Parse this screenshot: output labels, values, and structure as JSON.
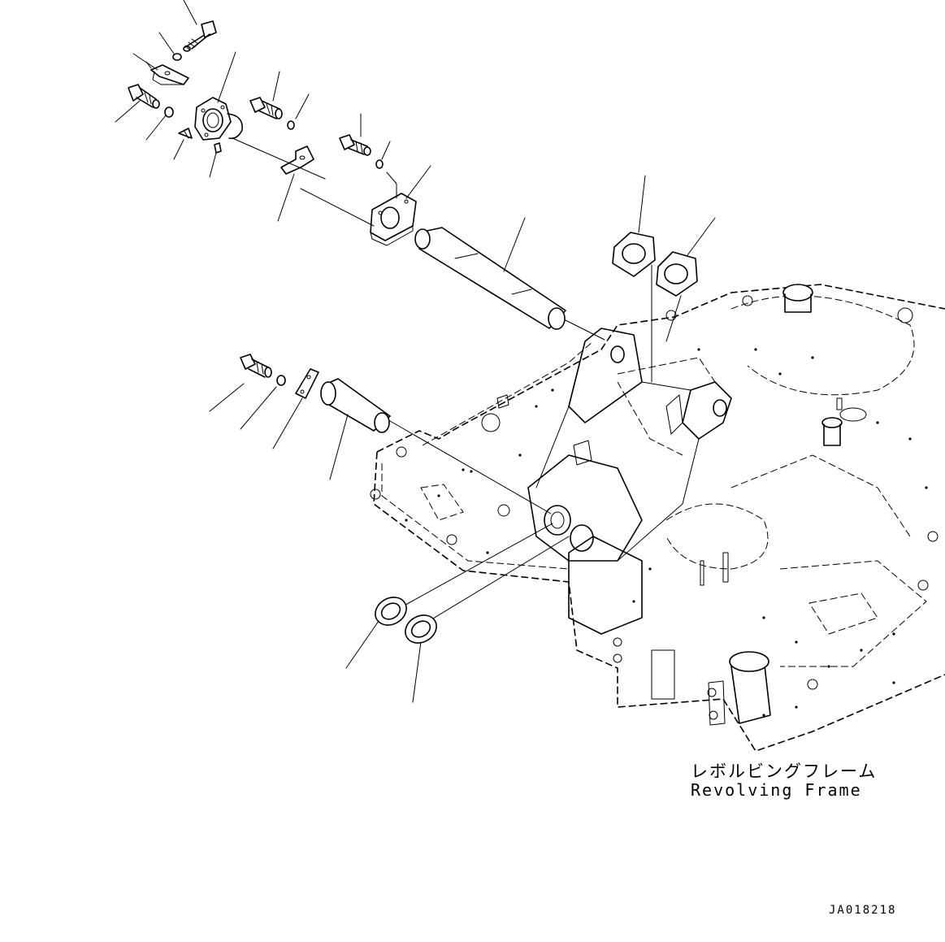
{
  "frame_label_jp": "レボルビングフレーム",
  "frame_label_en": "Revolving Frame",
  "drawing_id": "JA018218",
  "colors": {
    "ink": "#000000",
    "paper": "#ffffff"
  }
}
